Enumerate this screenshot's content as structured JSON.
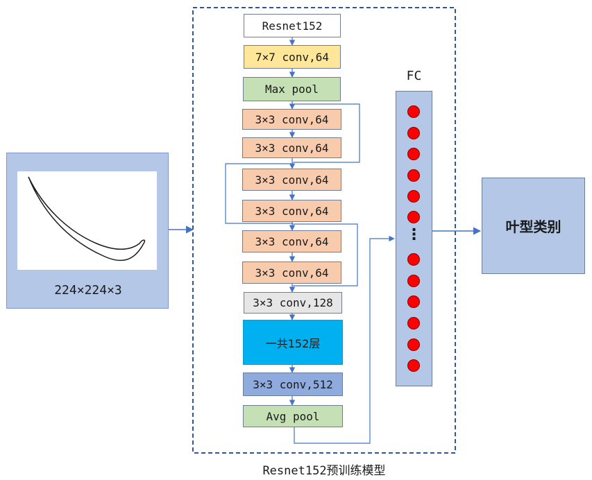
{
  "input": {
    "size_label": "224×224×3",
    "image_label": "blade-profile"
  },
  "model": {
    "caption": "Resnet152预训练模型",
    "layers": [
      {
        "text": "Resnet152",
        "fill": "#ffffff"
      },
      {
        "text": "7×7 conv,64",
        "fill": "#ffe699"
      },
      {
        "text": "Max pool",
        "fill": "#c5e0b4"
      },
      {
        "text": "3×3 conv,64",
        "fill": "#f8cbad"
      },
      {
        "text": "3×3 conv,64",
        "fill": "#f8cbad"
      },
      {
        "text": "3×3 conv,64",
        "fill": "#f8cbad"
      },
      {
        "text": "3×3 conv,64",
        "fill": "#f8cbad"
      },
      {
        "text": "3×3 conv,64",
        "fill": "#f8cbad"
      },
      {
        "text": "3×3 conv,64",
        "fill": "#f8cbad"
      },
      {
        "text": "3×3 conv,128",
        "fill": "#e7e6e6"
      },
      {
        "text": "一共152层",
        "fill": "#00b0f0"
      },
      {
        "text": "3×3 conv,512",
        "fill": "#8faadc"
      },
      {
        "text": "Avg pool",
        "fill": "#c5e0b4"
      }
    ]
  },
  "fc": {
    "title": "FC",
    "ellipsis": "⋮",
    "node_color": "#ff0000"
  },
  "output": {
    "label": "叶型类别"
  },
  "colors": {
    "panel": "#b4c7e7",
    "arrow": "#4472c4",
    "dashed_border": "#2f5597"
  }
}
